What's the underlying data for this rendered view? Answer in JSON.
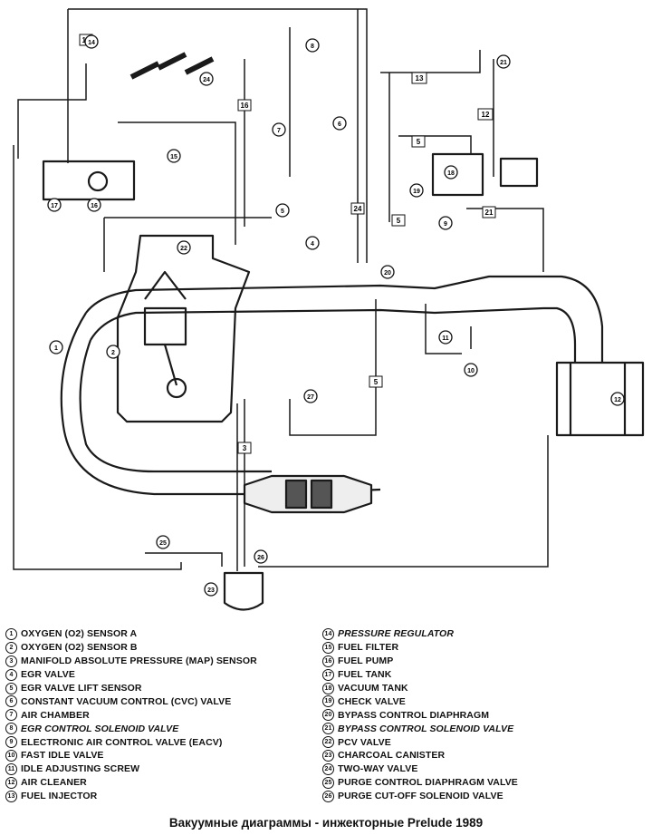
{
  "hose_tags": [
    "14",
    "16",
    "24",
    "5",
    "13",
    "12",
    "5",
    "21",
    "5",
    "3"
  ],
  "callouts": [
    "1",
    "2",
    "4",
    "5",
    "6",
    "7",
    "8",
    "9",
    "10",
    "11",
    "12",
    "14",
    "15",
    "16",
    "17",
    "18",
    "19",
    "20",
    "21",
    "22",
    "23",
    "24",
    "25",
    "26",
    "27"
  ],
  "legend_left": [
    {
      "num": "1",
      "label": "OXYGEN (O2) SENSOR A",
      "italic": false
    },
    {
      "num": "2",
      "label": "OXYGEN (O2) SENSOR B",
      "italic": false
    },
    {
      "num": "3",
      "label": "MANIFOLD ABSOLUTE PRESSURE (MAP) SENSOR",
      "italic": false
    },
    {
      "num": "4",
      "label": "EGR VALVE",
      "italic": false
    },
    {
      "num": "5",
      "label": "EGR VALVE LIFT SENSOR",
      "italic": false
    },
    {
      "num": "6",
      "label": "CONSTANT VACUUM CONTROL (CVC) VALVE",
      "italic": false
    },
    {
      "num": "7",
      "label": "AIR CHAMBER",
      "italic": false
    },
    {
      "num": "8",
      "label": "EGR CONTROL SOLENOID VALVE",
      "italic": true
    },
    {
      "num": "9",
      "label": "ELECTRONIC AIR CONTROL VALVE (EACV)",
      "italic": false
    },
    {
      "num": "10",
      "label": "FAST IDLE VALVE",
      "italic": false
    },
    {
      "num": "11",
      "label": "IDLE ADJUSTING SCREW",
      "italic": false
    },
    {
      "num": "12",
      "label": "AIR CLEANER",
      "italic": false
    },
    {
      "num": "13",
      "label": "FUEL INJECTOR",
      "italic": false
    }
  ],
  "legend_right": [
    {
      "num": "14",
      "label": "PRESSURE REGULATOR",
      "italic": true
    },
    {
      "num": "15",
      "label": "FUEL FILTER",
      "italic": false
    },
    {
      "num": "16",
      "label": "FUEL PUMP",
      "italic": false
    },
    {
      "num": "17",
      "label": "FUEL TANK",
      "italic": false
    },
    {
      "num": "18",
      "label": "VACUUM TANK",
      "italic": false
    },
    {
      "num": "19",
      "label": "CHECK VALVE",
      "italic": false
    },
    {
      "num": "20",
      "label": "BYPASS CONTROL DIAPHRAGM",
      "italic": false
    },
    {
      "num": "21",
      "label": "BYPASS CONTROL SOLENOID VALVE",
      "italic": true
    },
    {
      "num": "22",
      "label": "PCV VALVE",
      "italic": false
    },
    {
      "num": "23",
      "label": "CHARCOAL CANISTER",
      "italic": false
    },
    {
      "num": "24",
      "label": "TWO-WAY VALVE",
      "italic": false
    },
    {
      "num": "25",
      "label": "PURGE CONTROL DIAPHRAGM VALVE",
      "italic": false
    },
    {
      "num": "26",
      "label": "PURGE CUT-OFF SOLENOID VALVE",
      "italic": false
    }
  ],
  "caption": "Вакуумные диаграммы - инжекторные Prelude 1989"
}
